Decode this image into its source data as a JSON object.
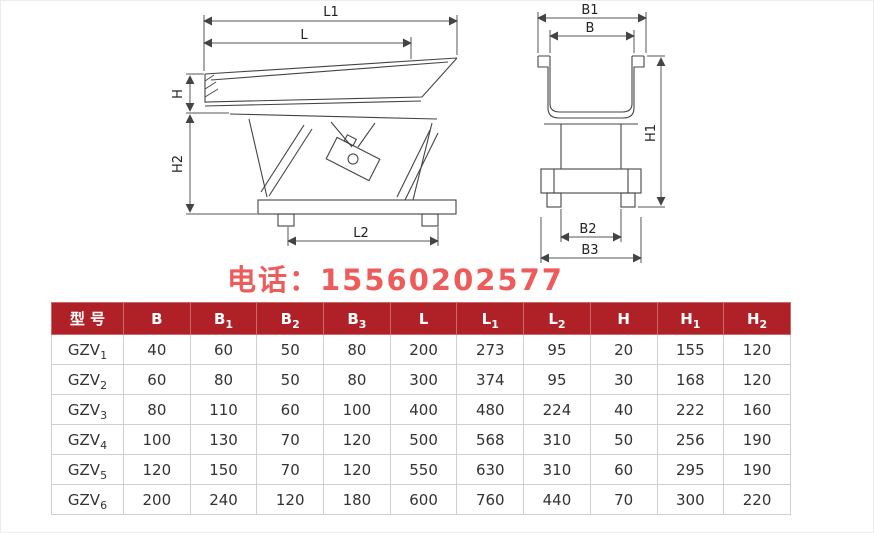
{
  "watermark": {
    "text": "电话：15560202577",
    "color": "#eb3e3e"
  },
  "colors": {
    "table_header_bg": "#b02127",
    "table_header_text": "#ffffff",
    "table_border": "#cfcfcf",
    "drawing_stroke": "#444444",
    "watermark_red": "#eb3e3e"
  },
  "drawing": {
    "side_view": {
      "labels": {
        "L1": "L1",
        "L": "L",
        "H": "H",
        "H2": "H2",
        "L2": "L2"
      }
    },
    "front_view": {
      "labels": {
        "B1": "B1",
        "B": "B",
        "H1": "H1",
        "B2": "B2",
        "B3": "B3"
      }
    }
  },
  "table": {
    "columns": [
      {
        "label": "型 号",
        "sub": ""
      },
      {
        "label": "B",
        "sub": ""
      },
      {
        "label": "B",
        "sub": "1"
      },
      {
        "label": "B",
        "sub": "2"
      },
      {
        "label": "B",
        "sub": "3"
      },
      {
        "label": "L",
        "sub": ""
      },
      {
        "label": "L",
        "sub": "1"
      },
      {
        "label": "L",
        "sub": "2"
      },
      {
        "label": "H",
        "sub": ""
      },
      {
        "label": "H",
        "sub": "1"
      },
      {
        "label": "H",
        "sub": "2"
      }
    ],
    "rows": [
      {
        "model": {
          "label": "GZV",
          "sub": "1"
        },
        "values": [
          "40",
          "60",
          "50",
          "80",
          "200",
          "273",
          "95",
          "20",
          "155",
          "120"
        ]
      },
      {
        "model": {
          "label": "GZV",
          "sub": "2"
        },
        "values": [
          "60",
          "80",
          "50",
          "80",
          "300",
          "374",
          "95",
          "30",
          "168",
          "120"
        ]
      },
      {
        "model": {
          "label": "GZV",
          "sub": "3"
        },
        "values": [
          "80",
          "110",
          "60",
          "100",
          "400",
          "480",
          "224",
          "40",
          "222",
          "160"
        ]
      },
      {
        "model": {
          "label": "GZV",
          "sub": "4"
        },
        "values": [
          "100",
          "130",
          "70",
          "120",
          "500",
          "568",
          "310",
          "50",
          "256",
          "190"
        ]
      },
      {
        "model": {
          "label": "GZV",
          "sub": "5"
        },
        "values": [
          "120",
          "150",
          "70",
          "120",
          "550",
          "630",
          "310",
          "60",
          "295",
          "190"
        ]
      },
      {
        "model": {
          "label": "GZV",
          "sub": "6"
        },
        "values": [
          "200",
          "240",
          "120",
          "180",
          "600",
          "760",
          "440",
          "70",
          "300",
          "220"
        ]
      }
    ]
  }
}
